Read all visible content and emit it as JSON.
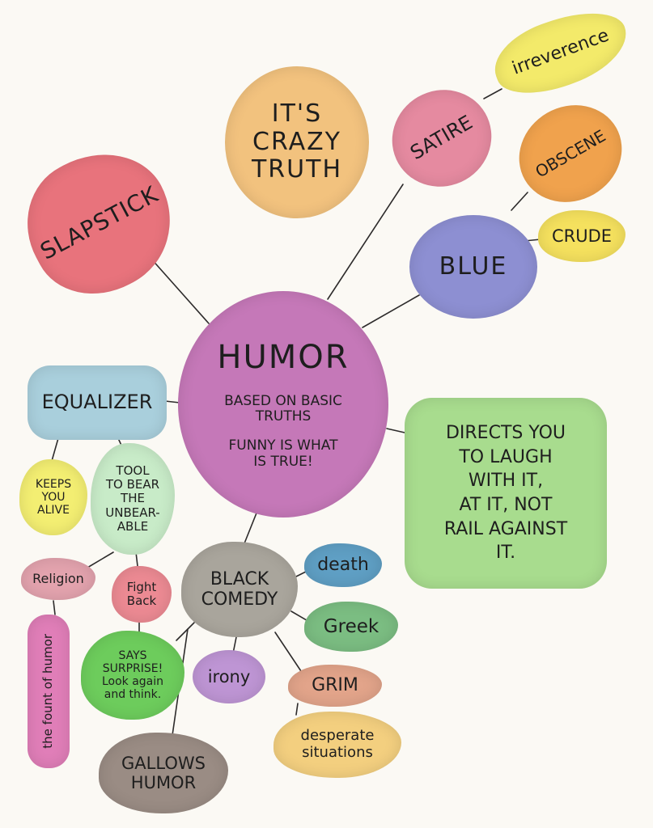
{
  "nodes": {
    "humor": {
      "title": "HUMOR",
      "line1": "BASED ON BASIC\nTRUTHS",
      "line2": "FUNNY IS WHAT\nIS TRUE!",
      "color": "#c578b8"
    },
    "crazy_truth": {
      "label": "IT'S\nCRAZY\nTRUTH",
      "color": "#f2c27e"
    },
    "slapstick": {
      "label": "SLAPSTICK",
      "color": "#e8737c"
    },
    "satire": {
      "label": "SATIRE",
      "color": "#e58aa0"
    },
    "irreverence": {
      "label": "irreverence",
      "color": "#f3ea6a"
    },
    "obscene": {
      "label": "OBSCENE",
      "color": "#f0a24d"
    },
    "crude": {
      "label": "CRUDE",
      "color": "#f5e15e"
    },
    "blue": {
      "label": "BLUE",
      "color": "#8d8fd2"
    },
    "equalizer": {
      "label": "EQUALIZER",
      "color": "#a9cfdc"
    },
    "directs": {
      "label": "DIRECTS YOU\nTO LAUGH\nWITH IT,\nAT IT, NOT\nRAIL AGAINST\nIT.",
      "color": "#a8dc8e"
    },
    "keeps_alive": {
      "label": "KEEPS\nYOU\nALIVE",
      "color": "#f3ee72"
    },
    "tool": {
      "label": "TOOL\nTO BEAR\nTHE\nUNBEAR-\nABLE",
      "color": "#c8ebc8"
    },
    "religion": {
      "label": "Religion",
      "color": "#e3a3ae"
    },
    "fight_back": {
      "label": "Fight\nBack",
      "color": "#ec8a93"
    },
    "black_comedy": {
      "label": "BLACK\nCOMEDY",
      "color": "#a9a59c"
    },
    "death": {
      "label": "death",
      "color": "#5f9fc4"
    },
    "greek": {
      "label": "Greek",
      "color": "#7bbd82"
    },
    "fount": {
      "label": "the fount of humor",
      "color": "#e07eb8"
    },
    "surprise": {
      "label": "SAYS\nSURPRISE!\nLook again\nand think.",
      "color": "#6dcc5c"
    },
    "irony": {
      "label": "irony",
      "color": "#be95d4"
    },
    "grim": {
      "label": "GRIM",
      "color": "#e2a48a"
    },
    "desperate": {
      "label": "desperate\nsituations",
      "color": "#f3cf7f"
    },
    "gallows": {
      "label": "GALLOWS\nHUMOR",
      "color": "#9a8c84"
    }
  },
  "line_color": "#2d2b2b"
}
